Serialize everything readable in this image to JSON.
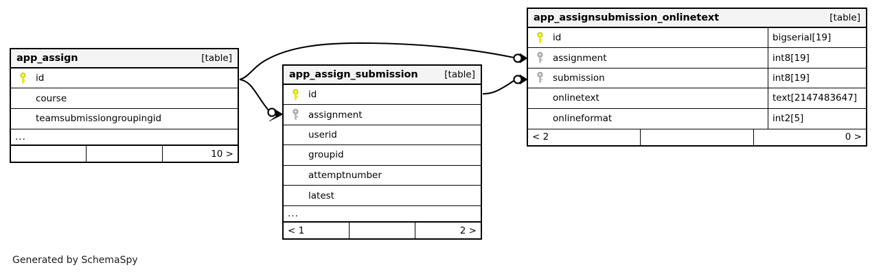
{
  "diagram": {
    "title": "SchemaSpy relationship diagram",
    "caption": "Generated by SchemaSpy",
    "table_kind_label": "[table]",
    "ellipsis_label": "...",
    "colors": {
      "background": "#ffffff",
      "border": "#000000",
      "header_fill": "#f4f4f4",
      "primary_key": "#e8e800",
      "foreign_key": "#b3b3b3",
      "text": "#000000"
    }
  },
  "tables": [
    {
      "id": "app_assign",
      "name": "app_assign",
      "kind": "[table]",
      "show_types": false,
      "columns": [
        {
          "name": "id",
          "key": "primary",
          "type": ""
        },
        {
          "name": "course",
          "key": "none",
          "type": ""
        },
        {
          "name": "teamsubmissiongroupingid",
          "key": "none",
          "type": ""
        }
      ],
      "has_ellipsis": true,
      "footer": {
        "left": "",
        "middle": "",
        "right": "10 >"
      }
    },
    {
      "id": "app_assign_submission",
      "name": "app_assign_submission",
      "kind": "[table]",
      "show_types": false,
      "columns": [
        {
          "name": "id",
          "key": "primary",
          "type": ""
        },
        {
          "name": "assignment",
          "key": "foreign",
          "type": ""
        },
        {
          "name": "userid",
          "key": "none",
          "type": ""
        },
        {
          "name": "groupid",
          "key": "none",
          "type": ""
        },
        {
          "name": "attemptnumber",
          "key": "none",
          "type": ""
        },
        {
          "name": "latest",
          "key": "none",
          "type": ""
        }
      ],
      "has_ellipsis": true,
      "footer": {
        "left": "< 1",
        "middle": "",
        "right": "2 >"
      }
    },
    {
      "id": "app_assignsubmission_onlinetext",
      "name": "app_assignsubmission_onlinetext",
      "kind": "[table]",
      "show_types": true,
      "columns": [
        {
          "name": "id",
          "key": "primary",
          "type": "bigserial[19]"
        },
        {
          "name": "assignment",
          "key": "foreign",
          "type": "int8[19]"
        },
        {
          "name": "submission",
          "key": "foreign",
          "type": "int8[19]"
        },
        {
          "name": "onlinetext",
          "key": "none",
          "type": "text[2147483647]"
        },
        {
          "name": "onlineformat",
          "key": "none",
          "type": "int2[5]"
        }
      ],
      "has_ellipsis": false,
      "footer": {
        "left": "< 2",
        "middle": "",
        "right": "0 >"
      }
    }
  ],
  "relationships": [
    {
      "id": "rel-assign-to-submission",
      "from_table": "app_assign",
      "from_column": "id",
      "to_table": "app_assign_submission",
      "to_column": "assignment"
    },
    {
      "id": "rel-assign-to-onlinetext",
      "from_table": "app_assign",
      "from_column": "id",
      "to_table": "app_assignsubmission_onlinetext",
      "to_column": "assignment"
    },
    {
      "id": "rel-submission-to-onlinetext",
      "from_table": "app_assign_submission",
      "from_column": "id",
      "to_table": "app_assignsubmission_onlinetext",
      "to_column": "submission"
    }
  ]
}
